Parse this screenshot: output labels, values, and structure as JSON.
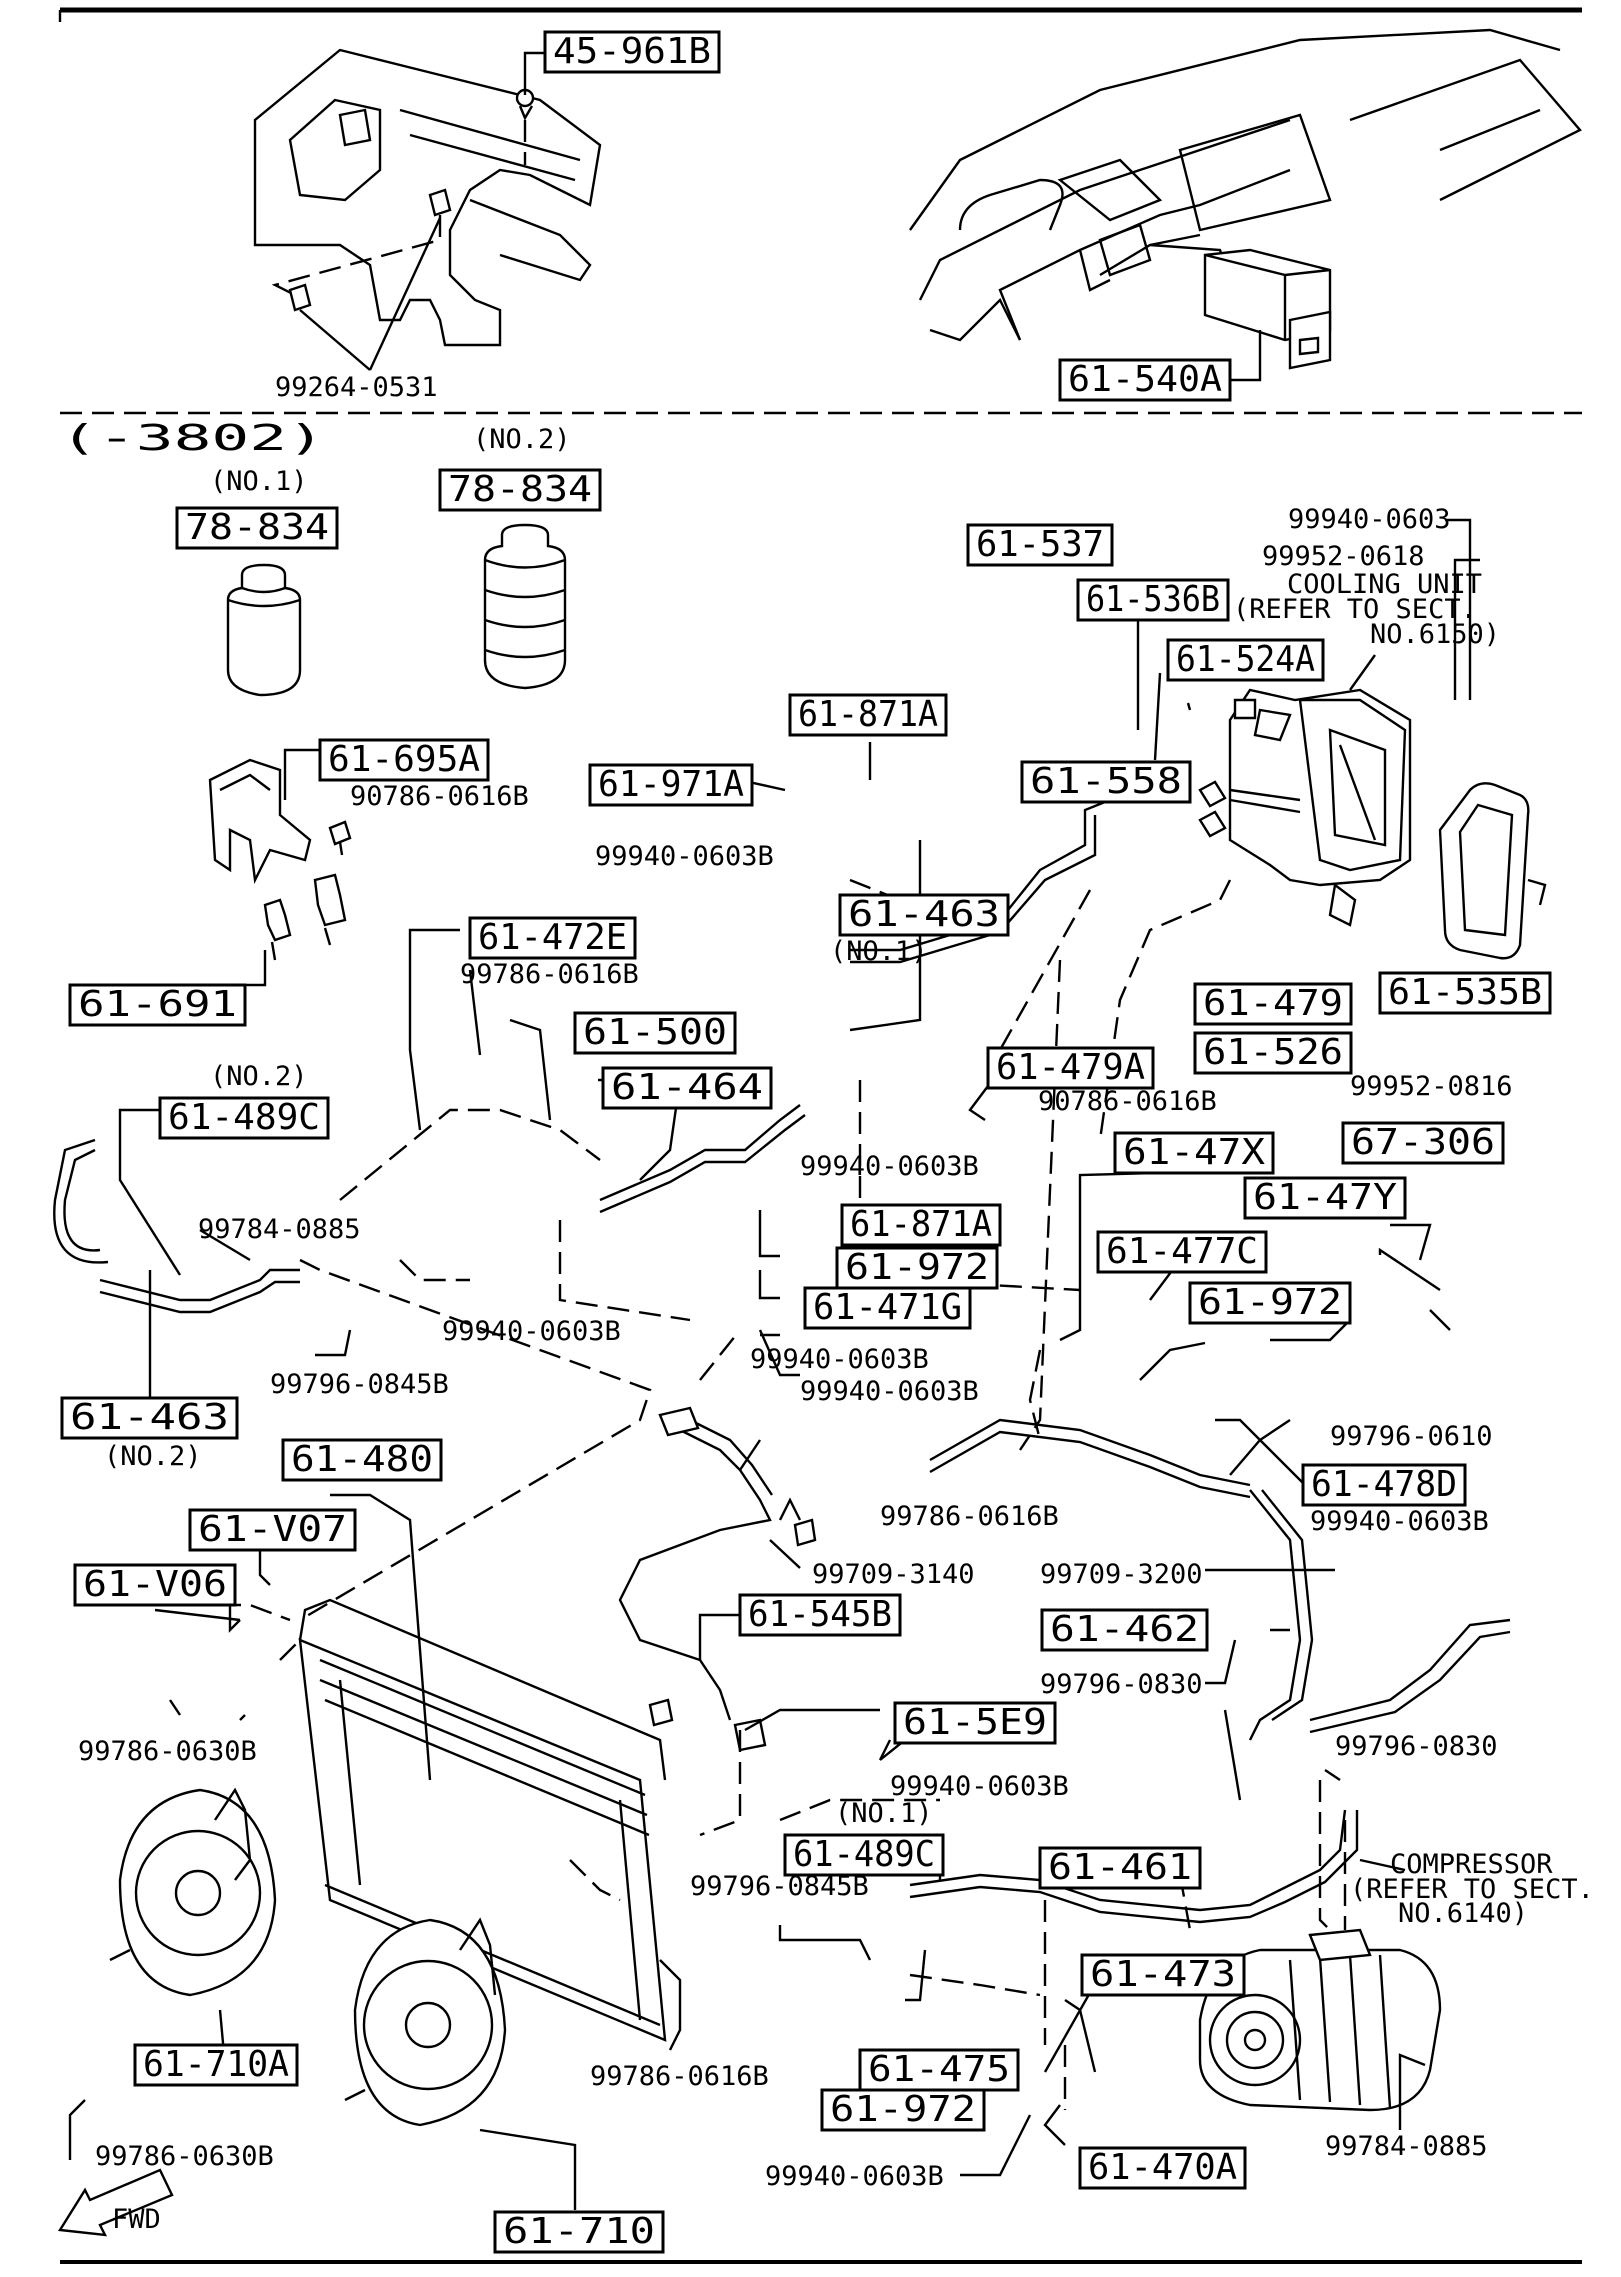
{
  "section_code": "(-3802)",
  "boxed_parts": [
    {
      "id": "b1",
      "text": "45-961B"
    },
    {
      "id": "b2",
      "text": "61-540A"
    },
    {
      "id": "b3",
      "text": "78-834"
    },
    {
      "id": "b4",
      "text": "78-834"
    },
    {
      "id": "b5",
      "text": "61-537"
    },
    {
      "id": "b6",
      "text": "61-536B"
    },
    {
      "id": "b7",
      "text": "61-524A"
    },
    {
      "id": "b8",
      "text": "61-871A"
    },
    {
      "id": "b9",
      "text": "61-695A"
    },
    {
      "id": "b10",
      "text": "61-971A"
    },
    {
      "id": "b11",
      "text": "61-558"
    },
    {
      "id": "b12",
      "text": "61-463"
    },
    {
      "id": "b13",
      "text": "61-691"
    },
    {
      "id": "b14",
      "text": "61-472E"
    },
    {
      "id": "b15",
      "text": "61-479"
    },
    {
      "id": "b16",
      "text": "61-535B"
    },
    {
      "id": "b17",
      "text": "61-526"
    },
    {
      "id": "b18",
      "text": "61-500"
    },
    {
      "id": "b19",
      "text": "61-464"
    },
    {
      "id": "b20",
      "text": "61-479A"
    },
    {
      "id": "b21",
      "text": "61-489C"
    },
    {
      "id": "b22",
      "text": "67-306"
    },
    {
      "id": "b23",
      "text": "61-47X"
    },
    {
      "id": "b24",
      "text": "61-871A"
    },
    {
      "id": "b25",
      "text": "61-47Y"
    },
    {
      "id": "b26",
      "text": "61-972"
    },
    {
      "id": "b27",
      "text": "61-477C"
    },
    {
      "id": "b28",
      "text": "61-471G"
    },
    {
      "id": "b29",
      "text": "61-972"
    },
    {
      "id": "b30",
      "text": "61-463"
    },
    {
      "id": "b31",
      "text": "61-480"
    },
    {
      "id": "b32",
      "text": "61-478D"
    },
    {
      "id": "b33",
      "text": "61-V07"
    },
    {
      "id": "b34",
      "text": "61-V06"
    },
    {
      "id": "b35",
      "text": "61-545B"
    },
    {
      "id": "b36",
      "text": "61-462"
    },
    {
      "id": "b37",
      "text": "61-5E9"
    },
    {
      "id": "b38",
      "text": "61-489C"
    },
    {
      "id": "b39",
      "text": "61-461"
    },
    {
      "id": "b40",
      "text": "61-473"
    },
    {
      "id": "b41",
      "text": "61-710A"
    },
    {
      "id": "b42",
      "text": "61-475"
    },
    {
      "id": "b43",
      "text": "61-972"
    },
    {
      "id": "b44",
      "text": "61-470A"
    },
    {
      "id": "b45",
      "text": "61-710"
    }
  ],
  "part_labels": [
    {
      "id": "t1",
      "text": "99264-0531"
    },
    {
      "id": "t2",
      "text": "(NO.2)"
    },
    {
      "id": "t3",
      "text": "(NO.1)"
    },
    {
      "id": "t4",
      "text": "99940-0603"
    },
    {
      "id": "t5",
      "text": "99952-0618"
    },
    {
      "id": "t6",
      "text": "COOLING UNIT"
    },
    {
      "id": "t7",
      "text": "(REFER TO SECT."
    },
    {
      "id": "t8",
      "text": "NO.6150)"
    },
    {
      "id": "t9",
      "text": "90786-0616B"
    },
    {
      "id": "t10",
      "text": "99940-0603B"
    },
    {
      "id": "t11",
      "text": "(NO.1)"
    },
    {
      "id": "t12",
      "text": "99786-0616B"
    },
    {
      "id": "t13",
      "text": "(NO.2)"
    },
    {
      "id": "t14",
      "text": "90786-0616B"
    },
    {
      "id": "t15",
      "text": "99952-0816"
    },
    {
      "id": "t16",
      "text": "99940-0603B"
    },
    {
      "id": "t17",
      "text": "99784-0885"
    },
    {
      "id": "t18",
      "text": "99940-0603B"
    },
    {
      "id": "t19",
      "text": "99940-0603B"
    },
    {
      "id": "t20",
      "text": "99940-0603B"
    },
    {
      "id": "t21",
      "text": "99796-0845B"
    },
    {
      "id": "t22",
      "text": "(NO.2)"
    },
    {
      "id": "t23",
      "text": "99796-0610"
    },
    {
      "id": "t24",
      "text": "99786-0616B"
    },
    {
      "id": "t25",
      "text": "99940-0603B"
    },
    {
      "id": "t26",
      "text": "99709-3140"
    },
    {
      "id": "t27",
      "text": "99709-3200"
    },
    {
      "id": "t28",
      "text": "99796-0830"
    },
    {
      "id": "t29",
      "text": "99796-0830"
    },
    {
      "id": "t30",
      "text": "99786-0630B"
    },
    {
      "id": "t31",
      "text": "99940-0603B"
    },
    {
      "id": "t32",
      "text": "(NO.1)"
    },
    {
      "id": "t33",
      "text": "COMPRESSOR"
    },
    {
      "id": "t34",
      "text": "(REFER TO SECT."
    },
    {
      "id": "t35",
      "text": "NO.6140)"
    },
    {
      "id": "t36",
      "text": "99796-0845B"
    },
    {
      "id": "t37",
      "text": "99786-0616B"
    },
    {
      "id": "t38",
      "text": "99940-0603B"
    },
    {
      "id": "t39",
      "text": "99784-0885"
    },
    {
      "id": "t40",
      "text": "99786-0630B"
    },
    {
      "id": "t41",
      "text": "FWD"
    }
  ]
}
